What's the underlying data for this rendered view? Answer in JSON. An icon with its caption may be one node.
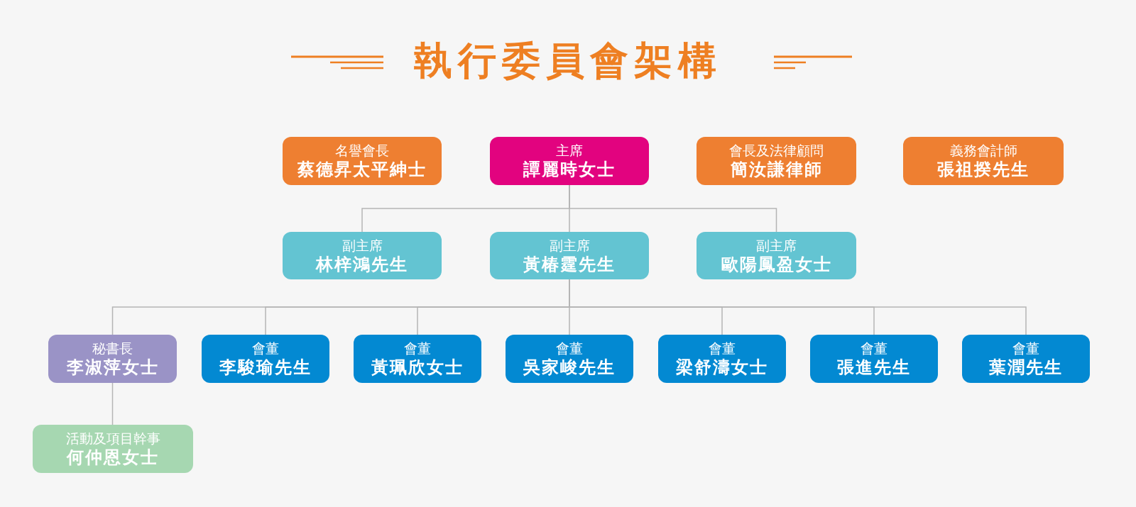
{
  "diagram": {
    "title": "執行委員會架構",
    "nodes": [
      {
        "text": [
          "名譽會長",
          "蔡德昇太平紳士"
        ]
      },
      {
        "text": [
          "主席",
          "譚麗時女士"
        ]
      },
      {
        "text": [
          "會長及法律顧問",
          "簡汝謙律師"
        ]
      },
      {
        "text": [
          "義務會計師",
          "張祖揆先生"
        ]
      },
      {
        "text": [
          "副主席",
          "林梓鴻先生"
        ]
      },
      {
        "text": [
          "副主席",
          "黃椿霆先生"
        ]
      },
      {
        "text": [
          "副主席",
          "歐陽鳳盈女士"
        ]
      },
      {
        "text": [
          "秘書長",
          "李淑萍女士"
        ]
      },
      {
        "text": [
          "會董",
          "李駿瑜先生"
        ]
      },
      {
        "text": [
          "會董",
          "黃珮欣女士"
        ]
      },
      {
        "text": [
          "會董",
          "吳家峻先生"
        ]
      },
      {
        "text": [
          "會董",
          "梁舒濤女士"
        ]
      },
      {
        "text": [
          "會董",
          "張進先生"
        ]
      },
      {
        "text": [
          "會董",
          "葉潤先生"
        ]
      },
      {
        "text": [
          "活動及項目幹事",
          "何仲恩女士"
        ]
      }
    ],
    "edges": [
      {
        "from": 1,
        "to": 4,
        "arrow": "none"
      },
      {
        "from": 1,
        "to": 5,
        "arrow": "none"
      },
      {
        "from": 1,
        "to": 6,
        "arrow": "none"
      },
      {
        "from": 5,
        "to": 7,
        "arrow": "none"
      },
      {
        "from": 5,
        "to": 8,
        "arrow": "none"
      },
      {
        "from": 5,
        "to": 9,
        "arrow": "none"
      },
      {
        "from": 5,
        "to": 10,
        "arrow": "none"
      },
      {
        "from": 5,
        "to": 11,
        "arrow": "none"
      },
      {
        "from": 5,
        "to": 12,
        "arrow": "none"
      },
      {
        "from": 5,
        "to": 13,
        "arrow": "none"
      },
      {
        "from": 7,
        "to": 14,
        "arrow": "none"
      }
    ]
  }
}
